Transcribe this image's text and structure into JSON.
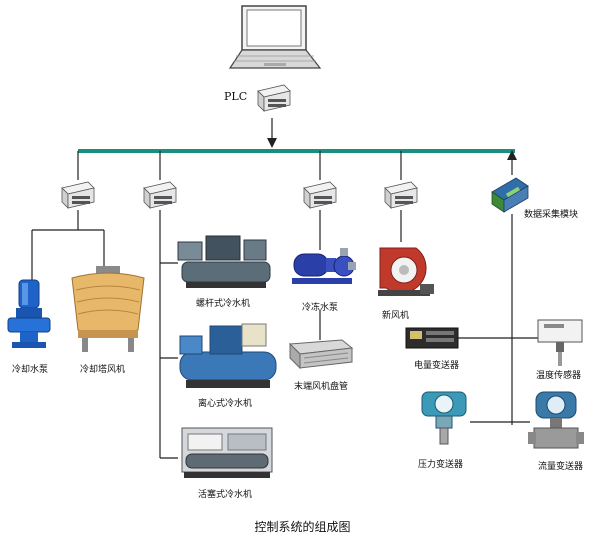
{
  "labels": {
    "plc": "PLC",
    "cooling_pump": "冷却水泵",
    "cooling_tower": "冷却塔风机",
    "screw_chiller": "螺杆式冷水机",
    "chilled_pump": "冷冻水泵",
    "fresh_air": "新风机",
    "data_module": "数据采集模块",
    "fan_coil": "末端风机盘管",
    "centrifugal_chiller": "离心式冷水机",
    "power_transmitter": "电量变送器",
    "temp_sensor": "温度传感器",
    "pressure_transmitter": "压力变送器",
    "flow_transmitter": "流量变送器",
    "piston_chiller": "活塞式冷水机"
  },
  "caption": "控制系统的组成图",
  "colors": {
    "bus": "#1a8f80",
    "wire": "#222222",
    "plc_body": "#e8e8ea"
  }
}
